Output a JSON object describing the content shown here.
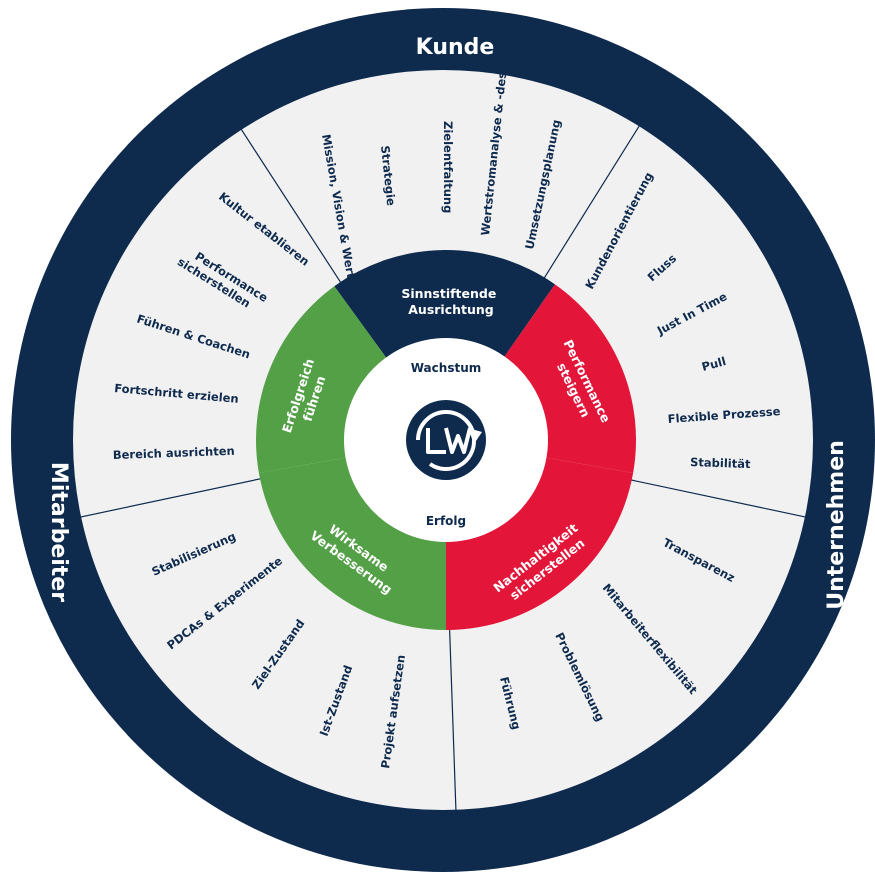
{
  "colors": {
    "navy": "#0e2a4d",
    "panel": "#f1f1f2",
    "green": "#54a047",
    "red": "#e3163a",
    "white": "#ffffff"
  },
  "outer_ring": {
    "top": "Kunde",
    "right": "Unternehmen",
    "left": "Mitarbeiter"
  },
  "sectors": {
    "kunde": [
      "Mission, Vision & Werte",
      "Strategie",
      "Zielentfaltung",
      "Wertstromanalyse & -design",
      "Umsetzungsplanung"
    ],
    "unternehmen_top": [
      "Kundenorientierung",
      "Fluss",
      "Just In Time",
      "Pull",
      "Flexible Prozesse",
      "Stabilität"
    ],
    "unternehmen_bottom": [
      "Transparenz",
      "Mitarbeiterflexibilität",
      "Problemlösung",
      "Führung"
    ],
    "mitarbeiter_bottom": [
      "Projekt aufsetzen",
      "Ist-Zustand",
      "Ziel-Zustand",
      "PDCAs & Experimente",
      "Stabilisierung"
    ],
    "mitarbeiter_top": [
      "Bereich ausrichten",
      "Fortschritt erzielen",
      "Führen & Coachen",
      "Performance sicherstellen",
      "Kultur etablieren"
    ]
  },
  "pillars": {
    "top": "Sinnstiftende Ausrichtung",
    "right": "Performance steigern",
    "bottom_right": "Nachhaltigkeit sicherstellen",
    "bottom_left": "Wirksame Verbesserung",
    "left": "Erfolgreich führen"
  },
  "core": {
    "top": "Wachstum",
    "bottom": "Erfolg",
    "logo_icon": "lw-cycle-logo-icon"
  }
}
